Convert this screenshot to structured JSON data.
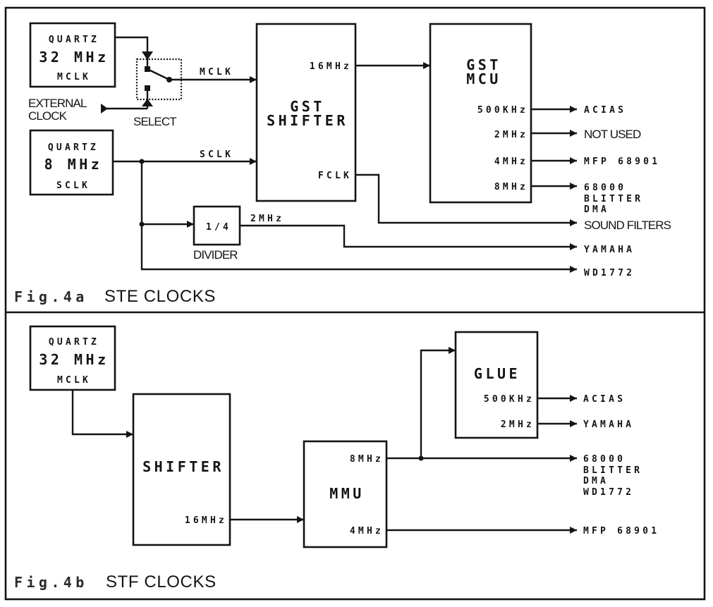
{
  "ste": {
    "caption_label": "Fig.4a",
    "caption_title": "STE CLOCKS",
    "quartz_mclk": {
      "line1": "QUARTZ",
      "freq": "32 MHz",
      "signal": "MCLK"
    },
    "quartz_sclk": {
      "line1": "QUARTZ",
      "freq": "8 MHz",
      "signal": "SCLK"
    },
    "external_clock": {
      "line1": "EXTERNAL",
      "line2": "CLOCK"
    },
    "select_label": "SELECT",
    "signals": {
      "mclk": "MCLK",
      "sclk": "SCLK",
      "divider_out": "2MHz"
    },
    "divider": {
      "ratio": "1/4",
      "label": "DIVIDER"
    },
    "shifter": {
      "name1": "GST",
      "name2": "SHIFTER",
      "out_16": "16MHz",
      "out_fclk": "FCLK"
    },
    "mcu": {
      "name1": "GST",
      "name2": "MCU",
      "ports": [
        "500KHz",
        "2MHz",
        "4MHz",
        "8MHz"
      ]
    },
    "outputs": {
      "acias": "ACIAS",
      "not_used": "NOT USED",
      "mfp": "MFP 68901",
      "cpu_group": [
        "68000",
        "BLITTER",
        "DMA"
      ],
      "sound_filters": "SOUND FILTERS",
      "yamaha": "YAMAHA",
      "fdc": "WD1772"
    }
  },
  "stf": {
    "caption_label": "Fig.4b",
    "caption_title": "STF CLOCKS",
    "quartz_mclk": {
      "line1": "QUARTZ",
      "freq": "32 MHz",
      "signal": "MCLK"
    },
    "shifter": {
      "name": "SHIFTER",
      "out_16": "16MHz"
    },
    "mmu": {
      "name": "MMU",
      "out_8": "8MHz",
      "out_4": "4MHz"
    },
    "glue": {
      "name": "GLUE",
      "ports": [
        "500KHz",
        "2MHz"
      ]
    },
    "outputs": {
      "acias": "ACIAS",
      "yamaha": "YAMAHA",
      "cpu_group": [
        "68000",
        "BLITTER",
        "DMA",
        "WD1772"
      ],
      "mfp": "MFP 68901"
    }
  }
}
